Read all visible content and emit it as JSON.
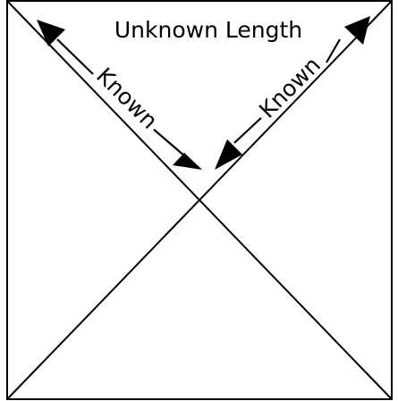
{
  "labels": {
    "top": "Unknown Length",
    "left": "Known",
    "right": "Known"
  },
  "colors": {
    "line": "#000000",
    "background": "#ffffff"
  }
}
